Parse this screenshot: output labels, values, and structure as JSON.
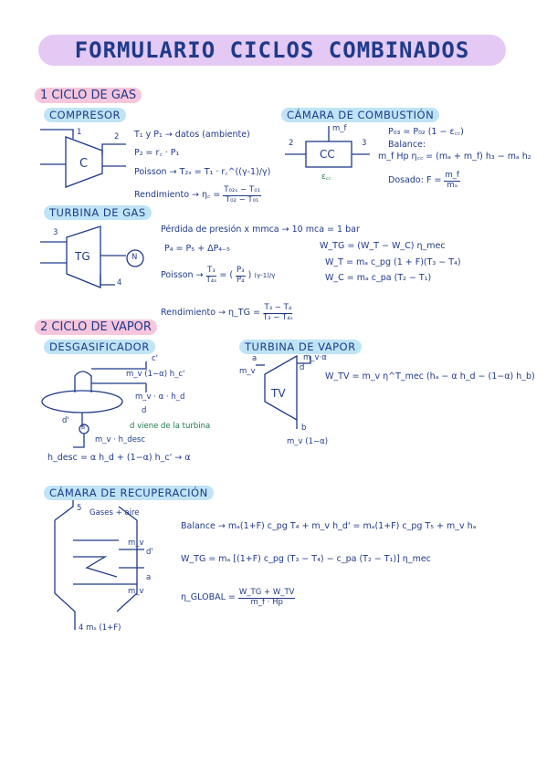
{
  "title": "FORMULARIO CICLOS COMBINADOS",
  "section1": {
    "heading": "1 CICLO DE GAS",
    "compresor": {
      "heading": "COMPRESOR",
      "label_c": "C",
      "in_num": "1",
      "out_num": "2",
      "line1": "T₁ y P₁ → datos (ambiente)",
      "line2": "P₂ = r꜀ · P₁",
      "poisson": "Poisson → T₂ₛ = T₁ · r꜀^((γ-1)/γ)",
      "rendimiento_prefix": "Rendimiento → η꜀ =",
      "rend_num": "T₀₂ₛ − T₀₁",
      "rend_den": "T₀₂ − T₀₁"
    },
    "camara": {
      "heading": "CÁMARA DE COMBUSTIÓN",
      "label_cc": "CC",
      "fuel": "m_f",
      "in_num": "2",
      "out_num": "3",
      "ecc": "ε꜀꜀",
      "line1": "P₀₃ = P₀₂ (1 − ε꜀꜀)",
      "line2": "Balance:",
      "line3": "m_f Hp η꜀꜀ = (mₐ + m_f) h₃ − mₐ h₂",
      "dosado_prefix": "Dosado: F =",
      "dosado_num": "m_f",
      "dosado_den": "mₐ"
    },
    "turbina": {
      "heading": "TURBINA DE GAS",
      "label_tg": "TG",
      "gen": "N",
      "in_num": "3",
      "out_num": "4",
      "perdida": "Pérdida de presión x mmca → 10 mca = 1 bar",
      "p4": "P₄ = P₅ + ΔP₄₋₅",
      "wtg": "W_TG = (W_T − W_C) η_mec",
      "wt": "W_T = mₐ c_pg (1 + F)(T₃ − T₄)",
      "wc": "W_C = mₐ c_pa (T₂ − T₁)",
      "poisson_prefix": "Poisson →",
      "poisson_lhs_num": "T₃",
      "poisson_lhs_den": "T₄ₛ",
      "poisson_rhs_num": "P₃",
      "poisson_rhs_den": "P₄",
      "poisson_exp": "(γ-1)/γ",
      "rendimiento_prefix": "Rendimiento → η_TG =",
      "rend_num": "T₃ − T₄",
      "rend_den": "T₃ − T₄ₛ"
    }
  },
  "section2": {
    "heading": "2 CICLO DE VAPOR",
    "desgasificador": {
      "heading": "DESGASIFICADOR",
      "c_prime": "c'",
      "flow1": "m_v (1−α) h_c'",
      "flow2": "m_v · α · h_d",
      "d_label": "d",
      "d_prime": "d'",
      "pump": "B",
      "flow3": "m_v · h_desc",
      "note": "d viene de la turbina",
      "hdesc": "h_desc = α h_d + (1−α) h_c' → α"
    },
    "turbina_vapor": {
      "heading": "TURBINA DE VAPOR",
      "label_tv": "TV",
      "a": "a",
      "mv": "m_v",
      "d": "d",
      "mv_alpha": "m_v·α",
      "b": "b",
      "mv_out": "m_v (1−α)",
      "formula": "W_TV = m_v η^T_mec (hₐ − α h_d − (1−α) h_b)"
    }
  },
  "recuperacion": {
    "heading": "CÁMARA DE RECUPERACIÓN",
    "top": "5",
    "gases": "Gases + aire",
    "mv1": "m_v",
    "d_prime": "d'",
    "a": "a",
    "mv2": "m_v",
    "bottom": "4 mₐ (1+F)",
    "balance": "Balance → mₐ(1+F) c_pg T₄ + m_v h_d' = mₐ(1+F) c_pg T₅ + m_v hₐ",
    "wtg": "W_TG = mₐ [(1+F) c_pg (T₃ − T₄) − c_pa (T₂ − T₁)] η_mec",
    "eta_prefix": "η_GLOBAL =",
    "eta_num": "W_TG + W_TV",
    "eta_den": "m_f · Hp"
  },
  "colors": {
    "ink": "#1f3a8a",
    "pink": "#f6c6dc",
    "blue": "#bfe4f5",
    "lilac": "#e3c9f3",
    "green": "#1a7a44"
  }
}
